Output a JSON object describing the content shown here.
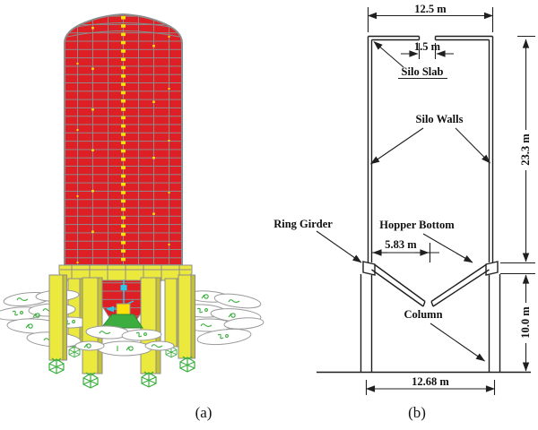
{
  "figure": {
    "panel_a": {
      "caption": "(a)",
      "colors": {
        "shell_red": "#DE2026",
        "mesh_gray": "#8C8C8C",
        "member_yellow": "#ECE93E",
        "member_shade": "#C6C135",
        "support_green": "#3CAE3F",
        "axis_cyan": "#2BC8E8",
        "node_yellow": "#FFE10A"
      }
    },
    "panel_b": {
      "caption": "(b)",
      "labels": {
        "silo_slab": "Silo Slab",
        "silo_walls": "Silo Walls",
        "ring_girder": "Ring Girder",
        "hopper_bottom": "Hopper Bottom",
        "column": "Column"
      },
      "dimensions": {
        "top_width": "12.5 m",
        "roof_opening": "1.5 m",
        "silo_height": "23.3 m",
        "hopper_half_width": "5.83 m",
        "column_height": "10.0 m",
        "base_width": "12.68 m"
      }
    }
  }
}
